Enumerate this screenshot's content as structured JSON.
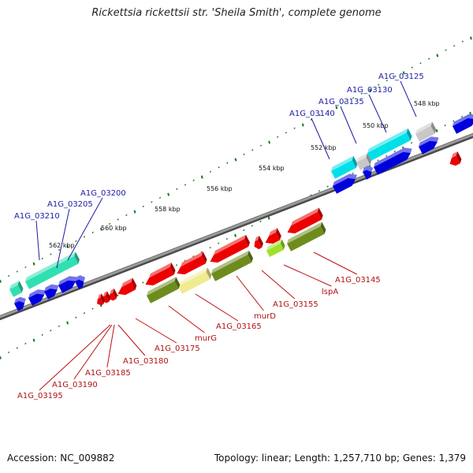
{
  "title": "Rickettsia rickettsii str. 'Sheila Smith', complete genome",
  "footer": {
    "accession": "Accession: NC_009882",
    "topology": "Topology: linear; Length: 1,257,710 bp; Genes: 1,379"
  },
  "colors": {
    "backbone": "#808080",
    "forward_cds": "#0000dd",
    "reverse_cds": "#ee0000",
    "top_label": "#1a1aa6",
    "bottom_label": "#b01010",
    "tick": "#1a7a1a"
  },
  "kbp_labels": [
    "548 kbp",
    "550 kbp",
    "552 kbp",
    "554 kbp",
    "556 kbp",
    "558 kbp",
    "560 kbp",
    "562 kbp"
  ],
  "top_gene_labels": [
    "A1G_03125",
    "A1G_03130",
    "A1G_03135",
    "A1G_03140",
    "A1G_03200",
    "A1G_03205",
    "A1G_03210"
  ],
  "bottom_gene_labels": [
    "A1G_03145",
    "lspA",
    "A1G_03155",
    "murD",
    "A1G_03165",
    "murG",
    "A1G_03175",
    "A1G_03180",
    "A1G_03185",
    "A1G_03190",
    "A1G_03195"
  ]
}
